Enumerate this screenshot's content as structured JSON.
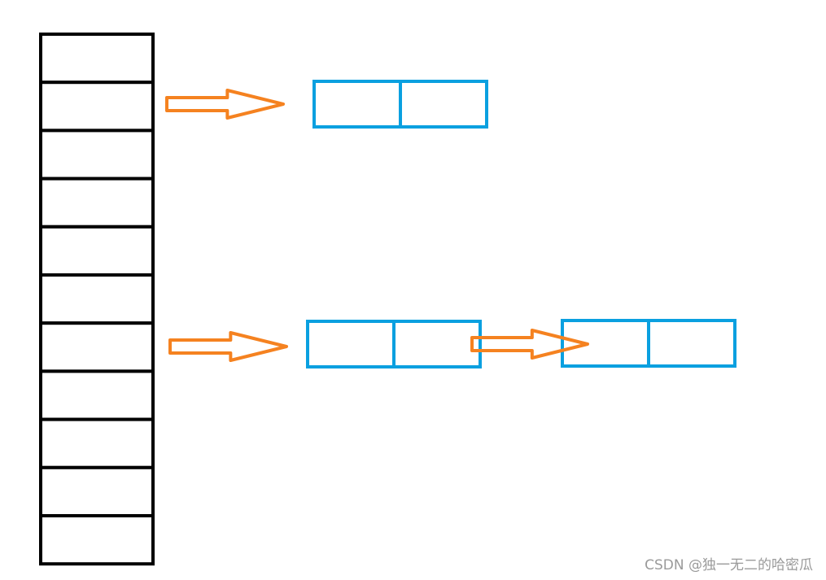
{
  "diagram": {
    "description": "",
    "array": {
      "slots": 11,
      "stroke": "#000000"
    },
    "nodes": [
      {
        "id": "node-a",
        "cells": 2
      },
      {
        "id": "node-b",
        "cells": 2
      },
      {
        "id": "node-c",
        "cells": 2
      }
    ],
    "arrows": [
      {
        "from": "array-slot-1",
        "to": "node-a"
      },
      {
        "from": "array-slot-6",
        "to": "node-b"
      },
      {
        "from": "node-b",
        "to": "node-c"
      }
    ],
    "colors": {
      "node_stroke": "#0aa0e0",
      "arrow_stroke": "#f58220",
      "array_stroke": "#000000"
    }
  },
  "watermark": "CSDN @独一无二的哈密瓜"
}
